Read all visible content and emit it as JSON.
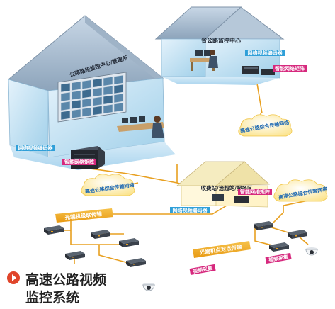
{
  "labels": {
    "center": "公路路段监控中心/管理所",
    "province": "省公路监控中心",
    "toll": "收费站/治超站/服务区",
    "enc_center": "网络视频编码器",
    "matrix_center": "智能网络矩阵",
    "enc_province": "网络视频编码器",
    "matrix_province": "智能网络矩阵",
    "enc_toll": "网络视频编码器",
    "matrix_toll": "智能网络矩阵",
    "cloud_top": "高速公路综合传输网络",
    "cloud_left": "高速公路综合传输网络",
    "cloud_right": "高速公路综合传输网络",
    "fiber_cascade": "光端机级联传输",
    "fiber_p2p": "光端机点对点传输",
    "video_left": "视频采集",
    "video_right": "视频采集"
  },
  "title": {
    "line1": "高速公路视频",
    "line2": "监控系统"
  },
  "colors": {
    "wall": "#bfe0f2",
    "roof": "#9fb4c8",
    "tag_blue": "#2f9fd8",
    "tag_pink": "#d6287d",
    "link": "#e8a020",
    "bullet": "#e0452b"
  }
}
